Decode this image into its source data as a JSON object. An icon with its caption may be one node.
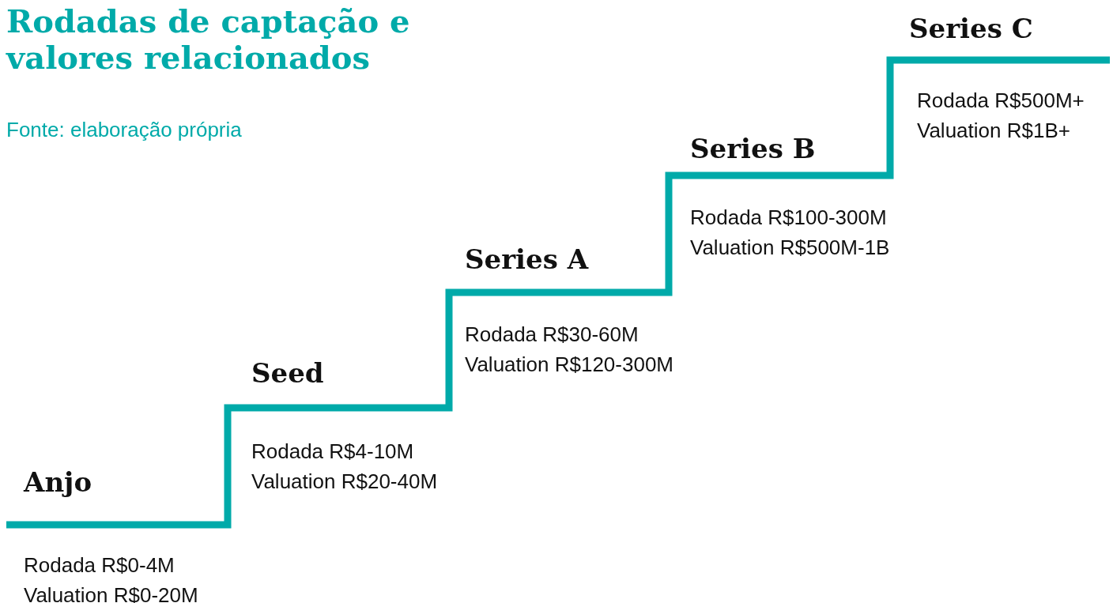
{
  "diagram": {
    "title": "Rodadas de captação e valores relacionados",
    "nodes": [
      {
        "text": [
          "Anjo",
          "Rodada R$0-4M",
          "Valuation R$0-20M"
        ]
      },
      {
        "text": [
          "Seed",
          "Rodada R$4-10M",
          "Valuation R$20-40M"
        ]
      },
      {
        "text": [
          "Series A",
          "Rodada R$30-60M",
          "Valuation R$120-300M"
        ]
      },
      {
        "text": [
          "Series B",
          "Rodada R$100-300M",
          "Valuation R$500M-1B"
        ]
      },
      {
        "text": [
          "Series C",
          "Rodada R$500M+",
          "Valuation R$1B+"
        ]
      }
    ],
    "labels": [
      "Fonte: elaboração própria"
    ]
  }
}
